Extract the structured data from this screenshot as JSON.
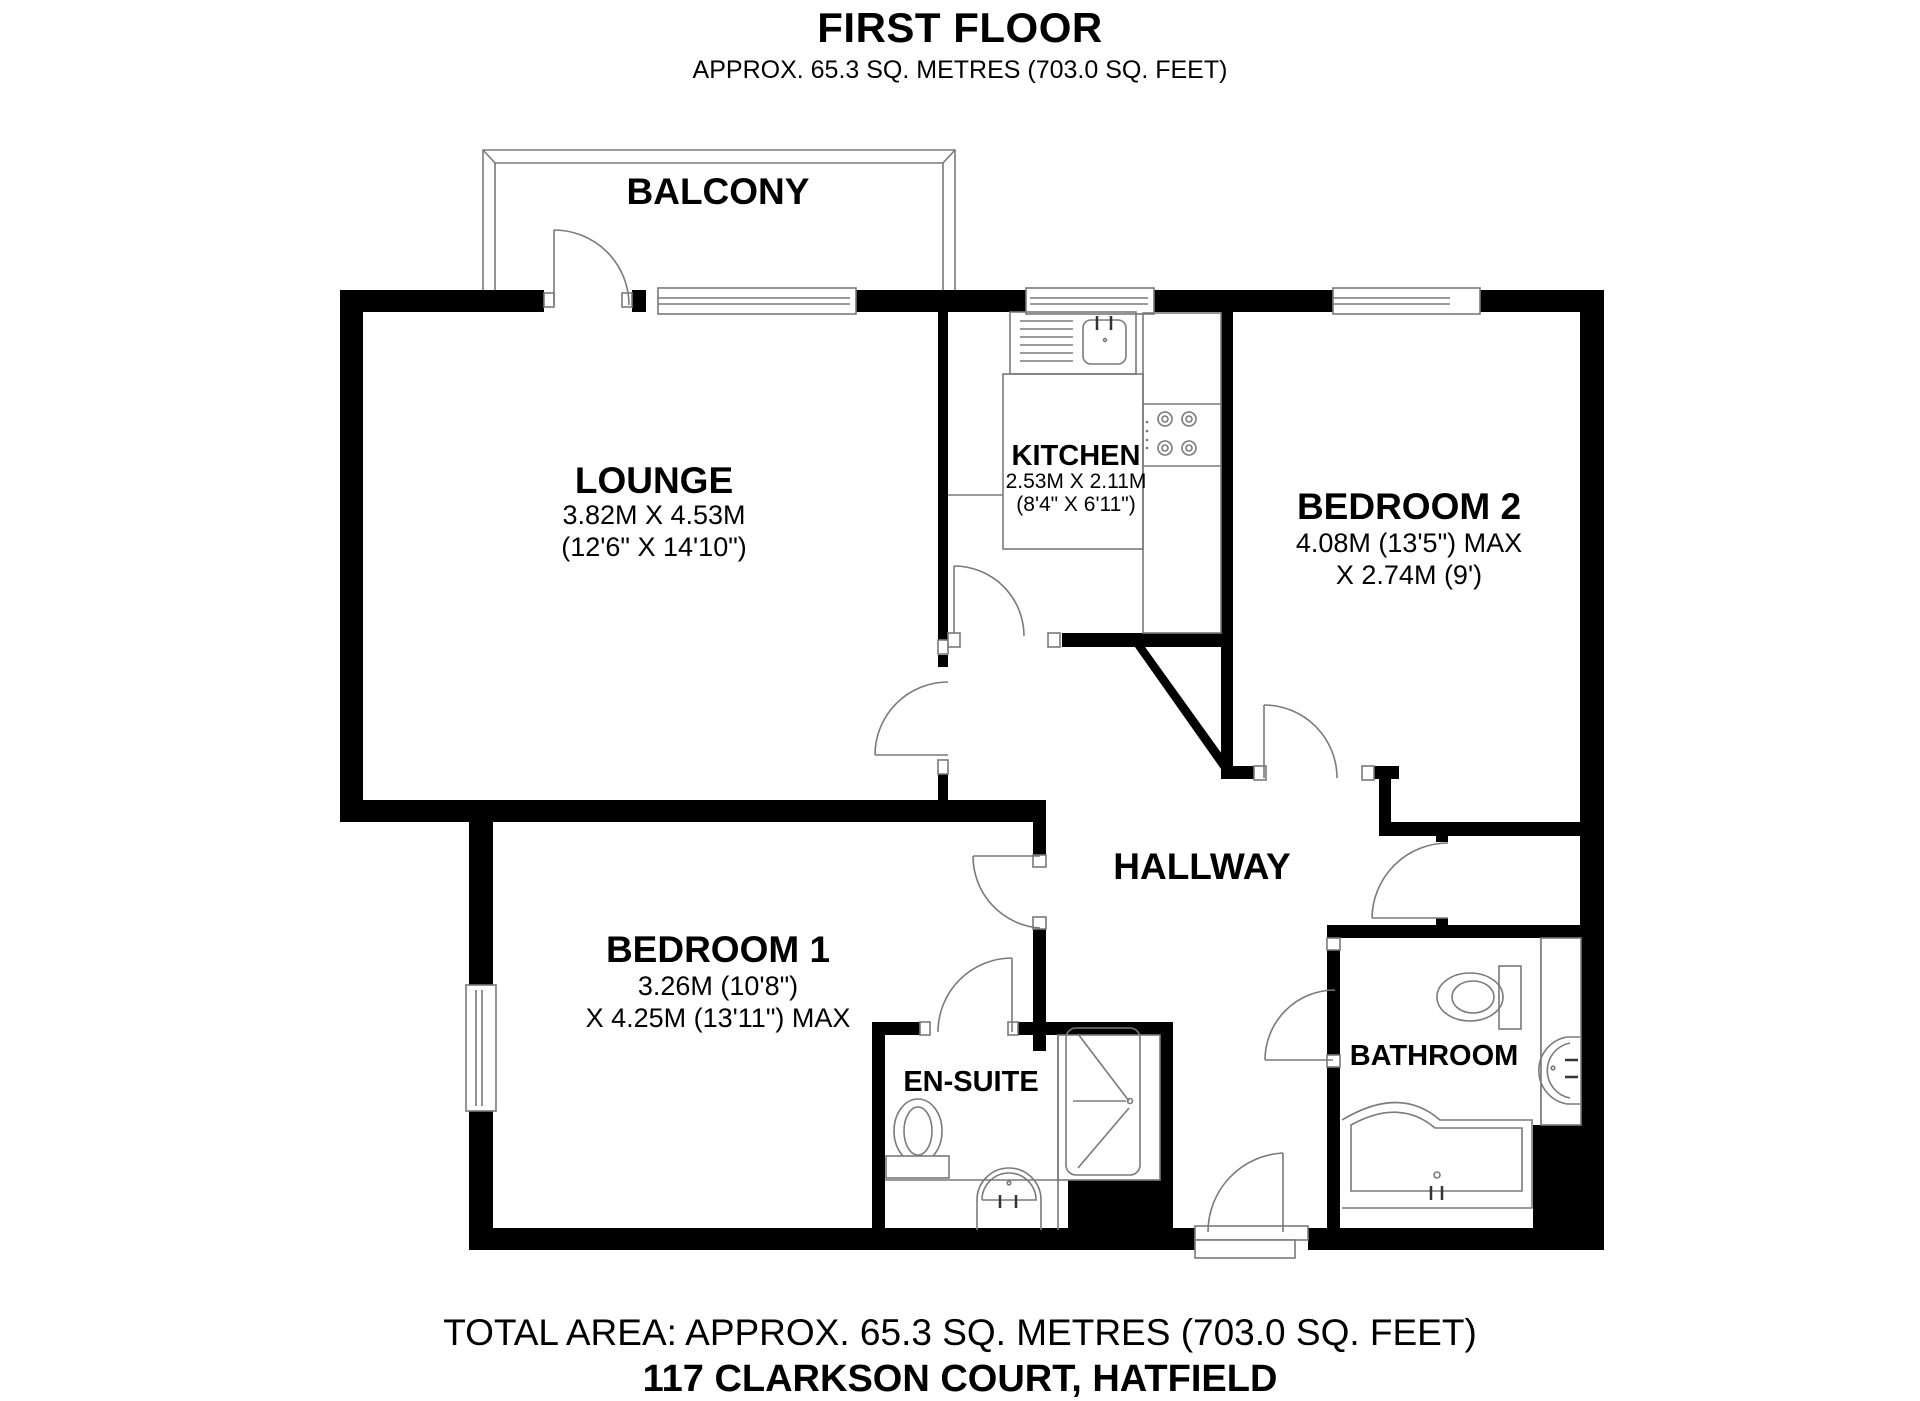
{
  "header": {
    "title": "FIRST FLOOR",
    "subtitle": "APPROX. 65.3 SQ. METRES (703.0 SQ. FEET)"
  },
  "rooms": {
    "balcony": {
      "name": "BALCONY"
    },
    "lounge": {
      "name": "LOUNGE",
      "dim1": "3.82M X 4.53M",
      "dim2": "(12'6\" X 14'10\")"
    },
    "kitchen": {
      "name": "KITCHEN",
      "dim1": "2.53M X 2.11M",
      "dim2": "(8'4\" X 6'11\")"
    },
    "bedroom2": {
      "name": "BEDROOM 2",
      "dim1": "4.08M (13'5\") MAX",
      "dim2": "X 2.74M (9')"
    },
    "hallway": {
      "name": "HALLWAY"
    },
    "bedroom1": {
      "name": "BEDROOM 1",
      "dim1": "3.26M (10'8\")",
      "dim2": "X 4.25M (13'11\") MAX"
    },
    "ensuite": {
      "name": "EN-SUITE"
    },
    "bathroom": {
      "name": "BATHROOM"
    }
  },
  "footer": {
    "total_area": "TOTAL AREA: APPROX. 65.3 SQ. METRES (703.0 SQ. FEET)",
    "address": "117 CLARKSON COURT, HATFIELD"
  },
  "colors": {
    "wall": "#000000",
    "fixture_line": "#7a7a7a",
    "background": "#ffffff"
  }
}
